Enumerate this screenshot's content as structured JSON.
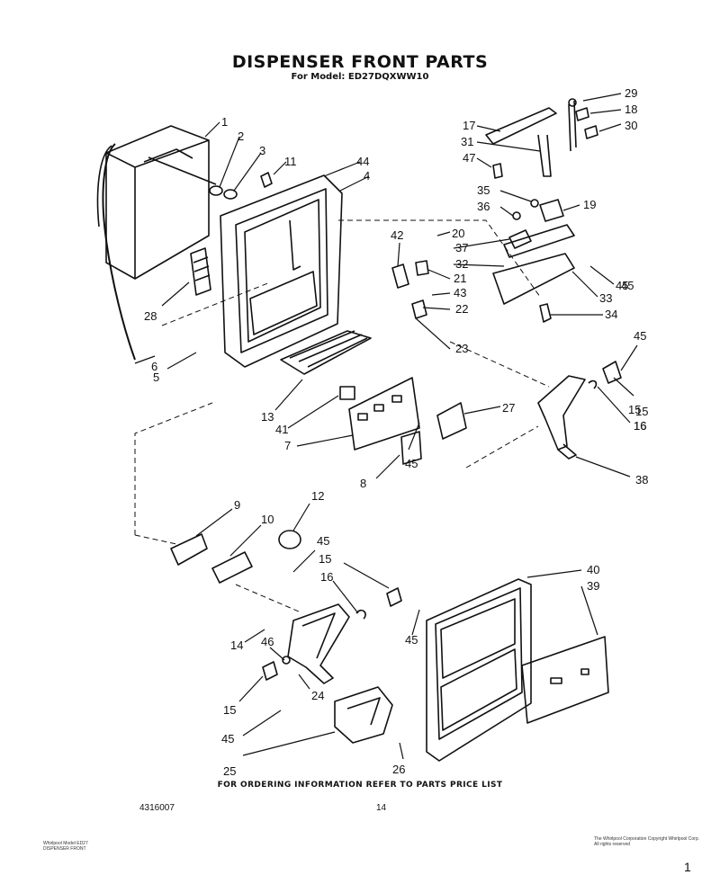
{
  "title": "DISPENSER FRONT PARTS",
  "subtitle": "For Model: ED27DQXWW10",
  "footer": "FOR ORDERING INFORMATION REFER TO PARTS PRICE LIST",
  "doc_number": "4316007",
  "page_number": "14",
  "fine_print_left": "Whirlpool Model ED27 DISPENSER FRONT",
  "fine_print_right": "The Whirlpool Corporation Copyright Whirlpool Corp. All rights reserved",
  "corner_mark": "1",
  "callouts": [
    "1",
    "2",
    "3",
    "11",
    "44",
    "4",
    "28",
    "6",
    "5",
    "17",
    "29",
    "18",
    "30",
    "31",
    "47",
    "35",
    "36",
    "19",
    "20",
    "37",
    "32",
    "21",
    "43",
    "22",
    "23",
    "42",
    "45",
    "33",
    "34",
    "13",
    "41",
    "7",
    "8",
    "27",
    "16",
    "15",
    "38",
    "9",
    "10",
    "12",
    "40",
    "39",
    "14",
    "46",
    "24",
    "25",
    "26"
  ]
}
